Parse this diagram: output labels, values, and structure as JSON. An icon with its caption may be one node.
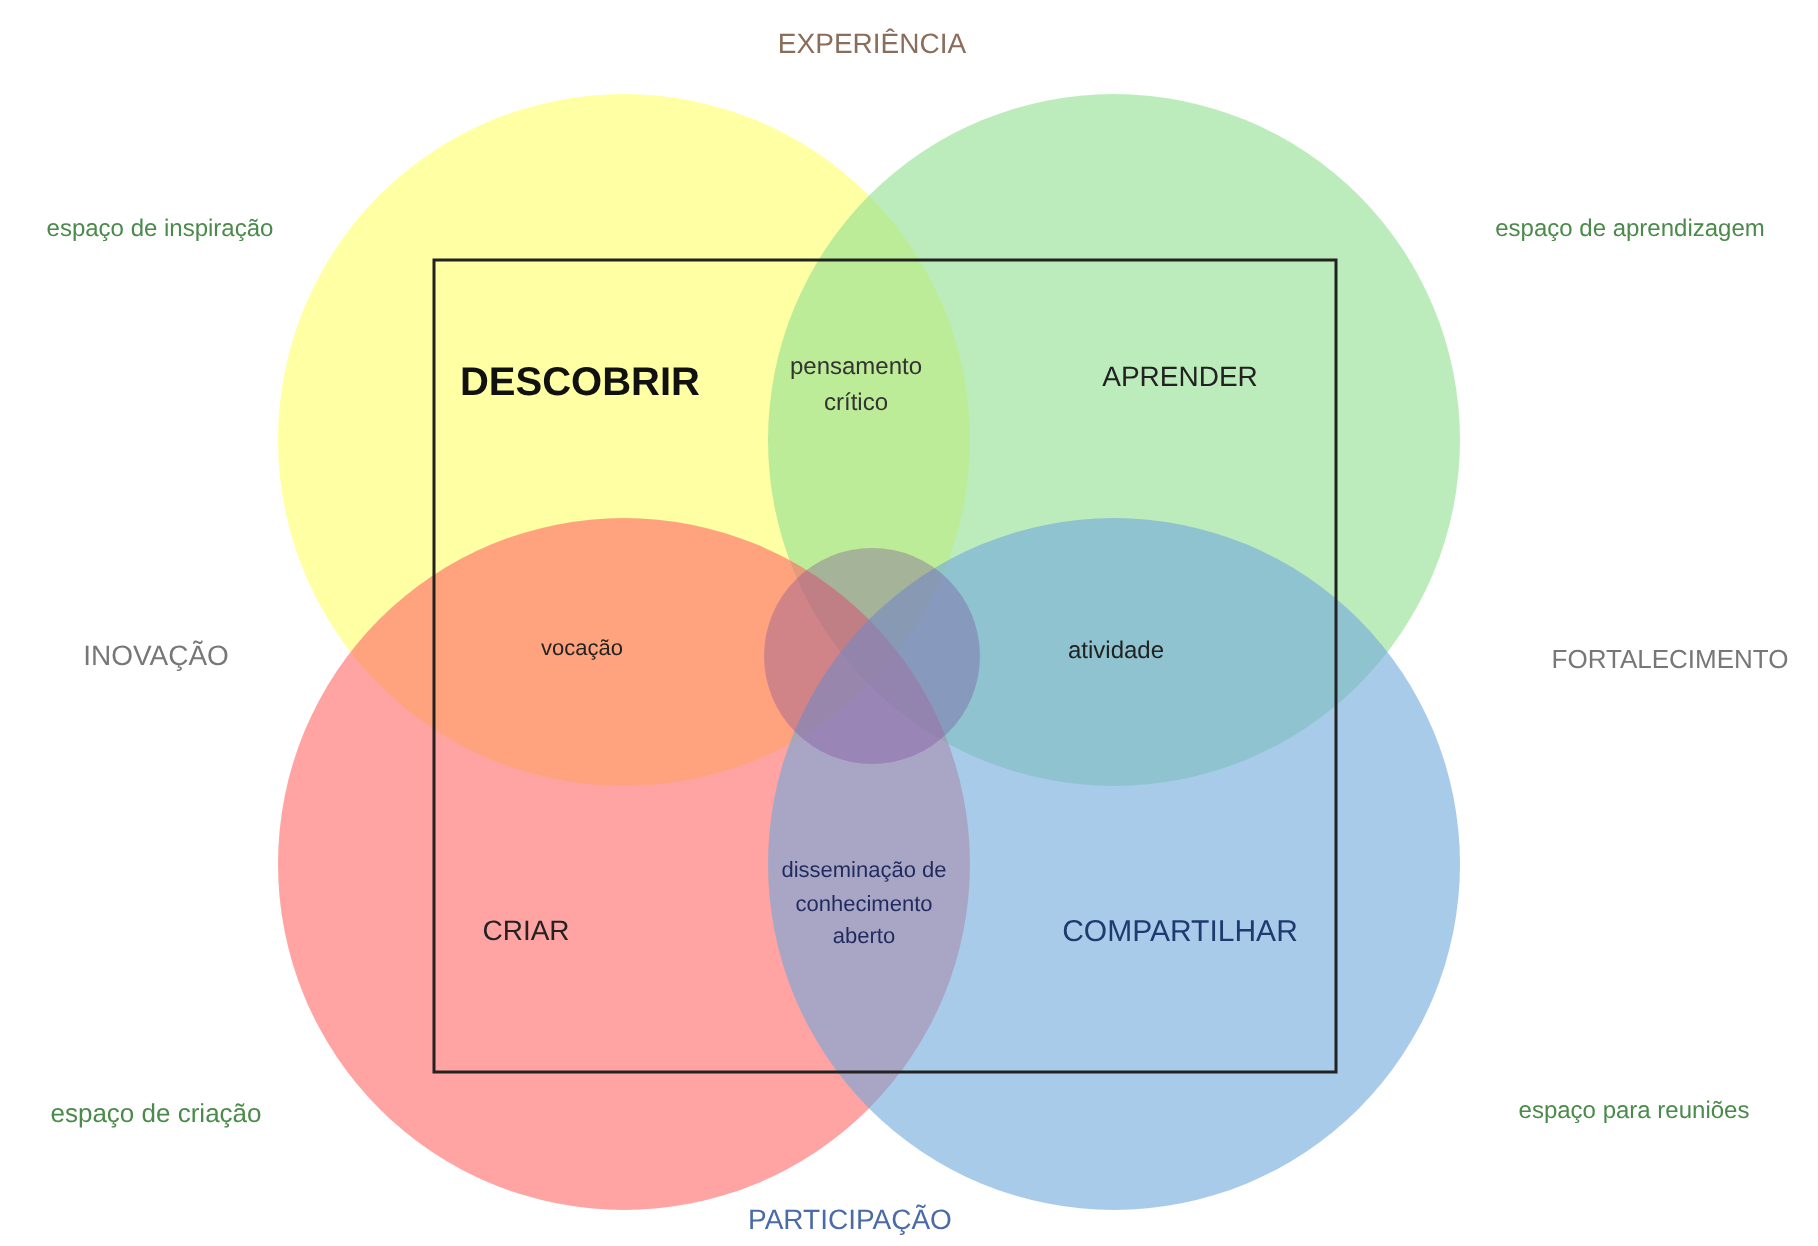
{
  "diagram": {
    "nodes": [
      {
        "text": [
          "DESCOBRIR"
        ]
      },
      {
        "text": [
          "APRENDER"
        ]
      },
      {
        "text": [
          "CRIAR"
        ]
      },
      {
        "text": [
          "COMPARTILHAR"
        ]
      },
      {
        "text": [],
        "shape": "circle"
      }
    ],
    "edges": [],
    "labels": [
      "EXPERIÊNCIA",
      "espaço de inspiração",
      "espaço de aprendizagem",
      "pensamento crítico",
      "INOVAÇÃO",
      "vocação",
      "atividade",
      "FORTALECIMENTO",
      "disseminação de conhecimento aberto",
      "espaço de criação",
      "espaço para reuniões",
      "PARTICIPAÇÃO"
    ]
  }
}
